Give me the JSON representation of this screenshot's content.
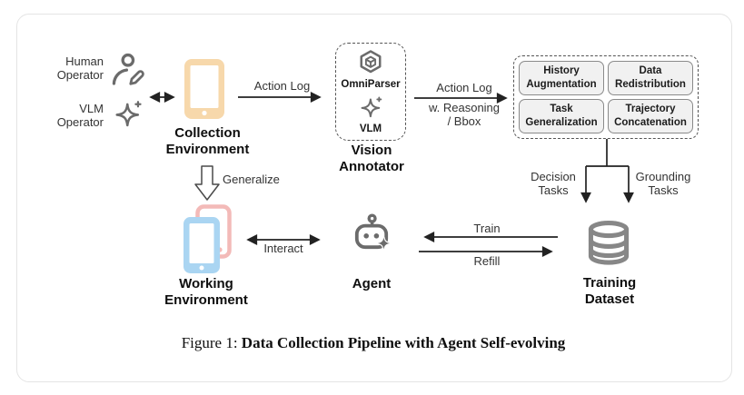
{
  "figure": {
    "caption_prefix": "Figure 1: ",
    "caption_title": "Data Collection Pipeline with Agent Self-evolving"
  },
  "nodes": {
    "human_operator": "Human\nOperator",
    "vlm_operator": "VLM\nOperator",
    "collection_environment": "Collection\nEnvironment",
    "omniparser_label": "OmniParser",
    "vlm_label": "VLM",
    "vision_annotator": "Vision\nAnnotator",
    "working_environment": "Working\nEnvironment",
    "agent": "Agent",
    "training_dataset": "Training\nDataset"
  },
  "task_boxes": [
    {
      "label": "History\nAugmentation"
    },
    {
      "label": "Data\nRedistribution"
    },
    {
      "label": "Task\nGeneralization"
    },
    {
      "label": "Trajectory\nConcatenation"
    }
  ],
  "edges": {
    "action_log": "Action Log",
    "annotated_log_top": "Action Log",
    "annotated_log_bottom": "w. Reasoning\n/ Bbox",
    "generalize": "Generalize",
    "interact": "Interact",
    "train": "Train",
    "refill": "Refill",
    "decision_tasks": "Decision\nTasks",
    "grounding_tasks": "Grounding\nTasks"
  },
  "colors": {
    "collection_phone": "#f7d8ab",
    "working_phone_front": "#aad5f2",
    "working_phone_back": "#f3bab8",
    "icon_gray": "#6b6b6b",
    "database_gray": "#878787",
    "task_box_fill": "#f1f1f1",
    "task_box_border": "#8a8a8a",
    "arrow": "#222222"
  }
}
